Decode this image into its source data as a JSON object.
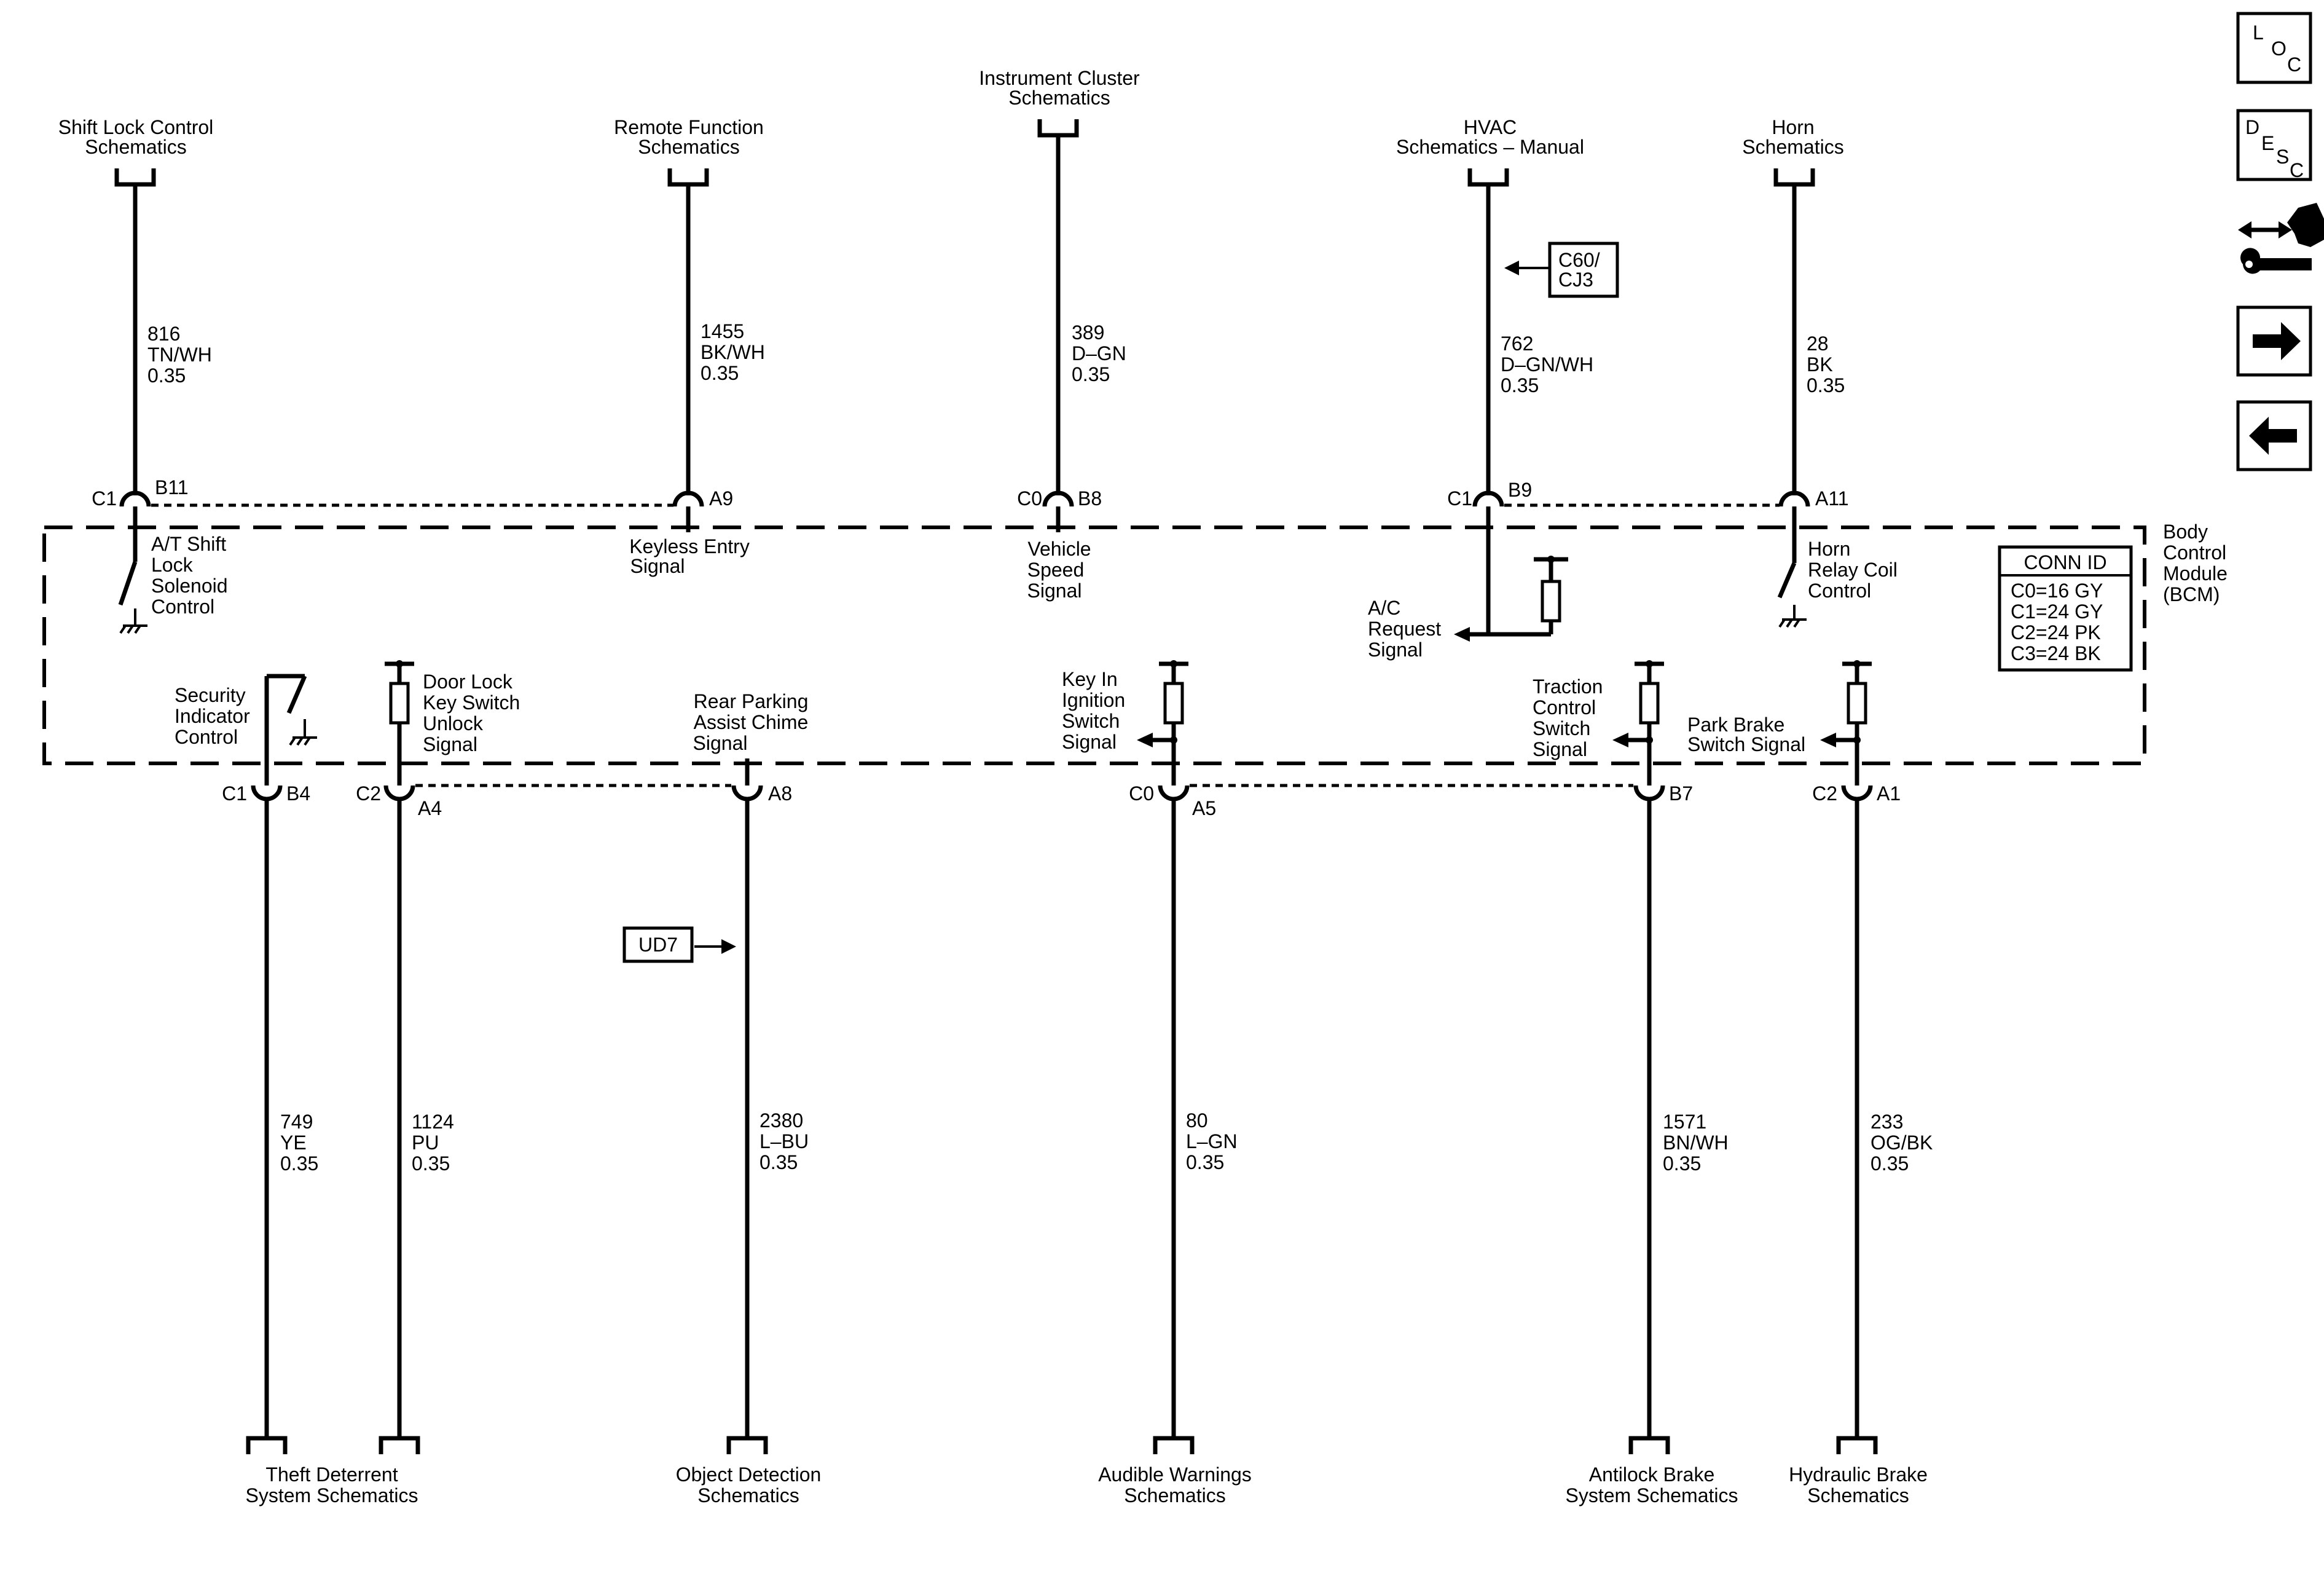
{
  "top_destinations": [
    {
      "lines": [
        "Shift Lock Control",
        "Schematics"
      ]
    },
    {
      "lines": [
        "Remote Function",
        "Schematics"
      ]
    },
    {
      "lines": [
        "Instrument Cluster",
        "Schematics"
      ]
    },
    {
      "lines": [
        "HVAC",
        "Schematics – Manual"
      ]
    },
    {
      "lines": [
        "Horn",
        "Schematics"
      ]
    }
  ],
  "bottom_destinations": [
    {
      "lines": [
        "Theft Deterrent",
        "System Schematics"
      ]
    },
    {
      "lines": [
        "Object Detection",
        "Schematics"
      ]
    },
    {
      "lines": [
        "Audible Warnings",
        "Schematics"
      ]
    },
    {
      "lines": [
        "Antilock Brake",
        "System Schematics"
      ]
    },
    {
      "lines": [
        "Hydraulic Brake",
        "Schematics"
      ]
    }
  ],
  "top_wires": [
    {
      "circuit": "816",
      "color": "TN/WH",
      "gauge": "0.35"
    },
    {
      "circuit": "1455",
      "color": "BK/WH",
      "gauge": "0.35"
    },
    {
      "circuit": "389",
      "color": "D–GN",
      "gauge": "0.35"
    },
    {
      "circuit": "762",
      "color": "D–GN/WH",
      "gauge": "0.35"
    },
    {
      "circuit": "28",
      "color": "BK",
      "gauge": "0.35"
    }
  ],
  "bottom_wires": [
    {
      "circuit": "749",
      "color": "YE",
      "gauge": "0.35"
    },
    {
      "circuit": "1124",
      "color": "PU",
      "gauge": "0.35"
    },
    {
      "circuit": "2380",
      "color": "L–BU",
      "gauge": "0.35"
    },
    {
      "circuit": "80",
      "color": "L–GN",
      "gauge": "0.35"
    },
    {
      "circuit": "1571",
      "color": "BN/WH",
      "gauge": "0.35"
    },
    {
      "circuit": "233",
      "color": "OG/BK",
      "gauge": "0.35"
    }
  ],
  "connectors": {
    "top": [
      {
        "conn": "C1",
        "pin": "B11"
      },
      {
        "conn": "",
        "pin": "A9"
      },
      {
        "conn": "C0",
        "pin": "B8"
      },
      {
        "conn": "C1",
        "pin": "B9"
      },
      {
        "conn": "",
        "pin": "A11"
      }
    ],
    "bottom": [
      {
        "conn": "C1",
        "pin": "B4"
      },
      {
        "conn": "C2",
        "pin": "A4"
      },
      {
        "conn": "",
        "pin": "A8"
      },
      {
        "conn": "C0",
        "pin": "A5"
      },
      {
        "conn": "",
        "pin": "B7"
      },
      {
        "conn": "C2",
        "pin": "A1"
      }
    ]
  },
  "internal_labels": {
    "at_shift_lock": [
      "A/T Shift",
      "Lock",
      "Solenoid",
      "Control"
    ],
    "keyless_entry": [
      "Keyless Entry",
      "Signal"
    ],
    "vehicle_speed": [
      "Vehicle",
      "Speed",
      "Signal"
    ],
    "ac_request": [
      "A/C",
      "Request",
      "Signal"
    ],
    "horn_relay": [
      "Horn",
      "Relay Coil",
      "Control"
    ],
    "security_indicator": [
      "Security",
      "Indicator",
      "Control"
    ],
    "door_lock_key": [
      "Door Lock",
      "Key Switch",
      "Unlock",
      "Signal"
    ],
    "rear_parking": [
      "Rear Parking",
      "Assist Chime",
      "Signal"
    ],
    "key_in_ignition": [
      "Key In",
      "Ignition",
      "Switch",
      "Signal"
    ],
    "traction_control": [
      "Traction",
      "Control",
      "Switch",
      "Signal"
    ],
    "park_brake": [
      "Park Brake",
      "Switch Signal"
    ]
  },
  "module": {
    "lines": [
      "Body",
      "Control",
      "Module",
      "(BCM)"
    ]
  },
  "conn_id": {
    "title": "CONN ID",
    "rows": [
      "C0=16 GY",
      "C1=24 GY",
      "C2=24 PK",
      "C3=24 BK"
    ]
  },
  "option_tags": {
    "c60": [
      "C60/",
      "CJ3"
    ],
    "ud7": "UD7"
  },
  "nav": {
    "loc": [
      "L",
      "O",
      "C"
    ],
    "desc": [
      "D",
      "E",
      "S",
      "C"
    ],
    "swap_icon": "connector-swap-icon",
    "next_icon": "arrow-right-icon",
    "prev_icon": "arrow-left-icon"
  }
}
